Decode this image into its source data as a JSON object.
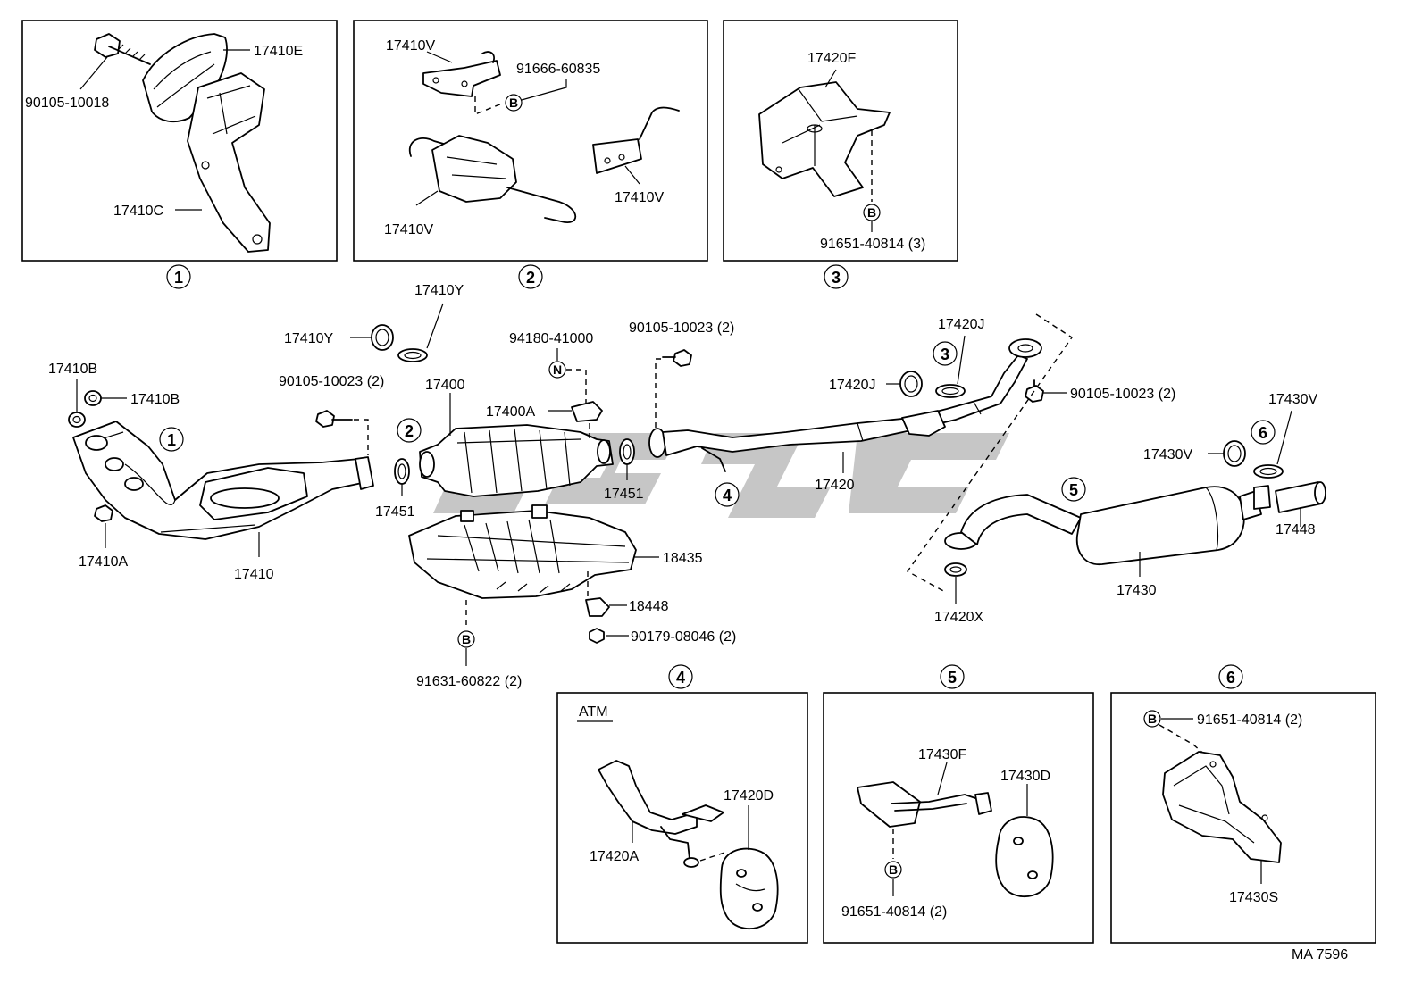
{
  "boxes": {
    "b1": [
      "90105-10018",
      "17410E",
      "17410C"
    ],
    "b2": [
      "17410V",
      "91666-60835",
      "17410V",
      "17410V"
    ],
    "b3": [
      "17420F",
      "91651-40814 (3)"
    ],
    "b4": [
      "ATM",
      "17420D",
      "17420A"
    ],
    "b5": [
      "17430F",
      "17430D",
      "91651-40814 (2)"
    ],
    "b6": [
      "91651-40814 (2)",
      "17430S"
    ]
  },
  "refs": [
    "1",
    "2",
    "3",
    "4",
    "5",
    "6"
  ],
  "circle_letters": {
    "B": "B",
    "N": "N"
  },
  "main_labels": {
    "p17410Y_a": "17410Y",
    "p17410Y_b": "17410Y",
    "p17410B_a": "17410B",
    "p17410B_b": "17410B",
    "p17410A": "17410A",
    "p17410": "17410",
    "p90105_a": "90105-10023 (2)",
    "p17451_a": "17451",
    "p17400": "17400",
    "p94180": "94180-41000",
    "p17400A": "17400A",
    "p90105_b": "90105-10023 (2)",
    "p17451_b": "17451",
    "p17420J_a": "17420J",
    "p17420J_b": "17420J",
    "p90105_c": "90105-10023 (2)",
    "p17420": "17420",
    "p18435": "18435",
    "p18448": "18448",
    "p90179": "90179-08046 (2)",
    "p91631": "91631-60822 (2)",
    "p17430V_a": "17430V",
    "p17430V_b": "17430V",
    "p17448": "17448",
    "p17430": "17430",
    "p17420X": "17420X"
  },
  "figure_code": "MA 7596"
}
